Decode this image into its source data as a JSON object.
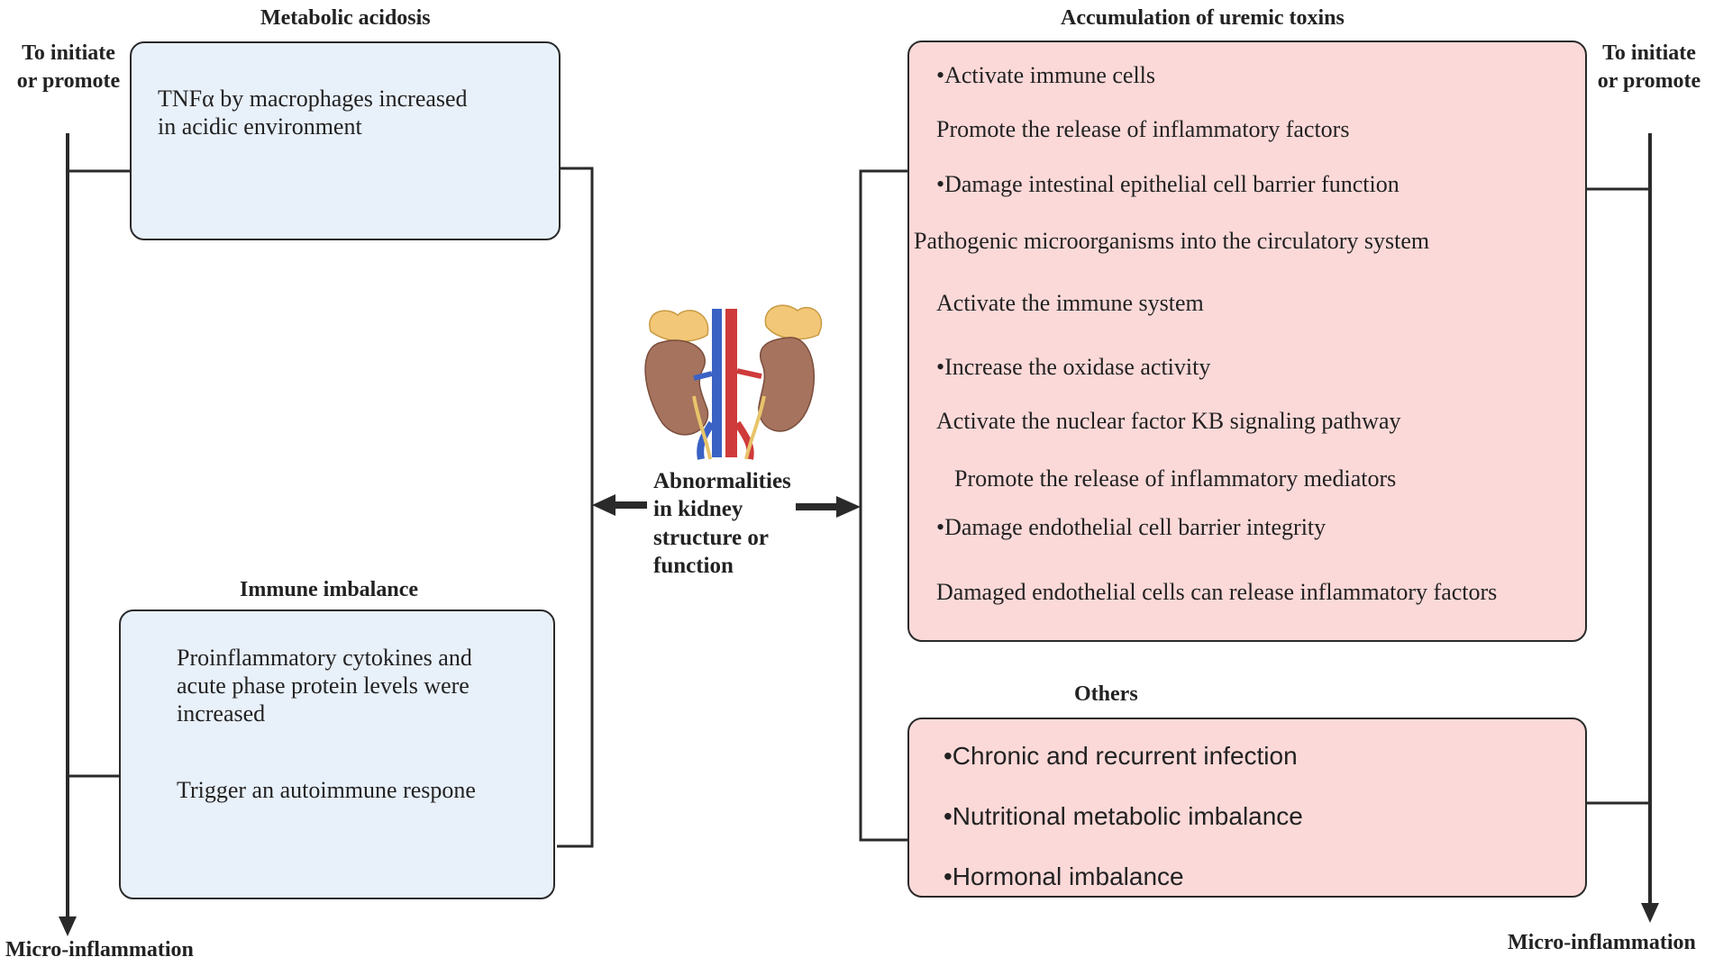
{
  "left": {
    "initiate_label": "To initiate\nor promote",
    "output_label": "Micro-inflammation",
    "metabolic": {
      "title": "Metabolic acidosis",
      "text": "TNFα by macrophages increased\nin acidic environment"
    },
    "immune": {
      "title": "Immune imbalance",
      "text1": "Proinflammatory cytokines and\nacute phase protein levels were\nincreased",
      "text2": "Trigger an autoimmune respone"
    }
  },
  "center": {
    "label": "Abnormalities\nin kidney\nstructure or\nfunction",
    "image": "kidney-illustration"
  },
  "right": {
    "initiate_label": "To initiate\nor promote",
    "output_label": "Micro-inflammation",
    "uremic": {
      "title": "Accumulation of uremic toxins",
      "lines": [
        "•Activate immune cells",
        "Promote the release of inflammatory factors",
        "•Damage  intestinal epithelial cell barrier function",
        "Pathogenic microorganisms into the circulatory system",
        "Activate the immune system",
        "•Increase the oxidase activity",
        "Activate the nuclear factor KB signaling pathway",
        "Promote the release of inflammatory mediators",
        "•Damage endothelial cell barrier integrity",
        "Damaged endothelial cells can release inflammatory factors"
      ]
    },
    "others": {
      "title": "Others",
      "items": [
        "•Chronic and recurrent infection",
        "•Nutritional metabolic imbalance",
        "•Hormonal imbalance"
      ]
    }
  },
  "colors": {
    "blue_box": "#e8f0fa",
    "pink_box": "#fbd9d8",
    "line": "#2a2a2a"
  }
}
